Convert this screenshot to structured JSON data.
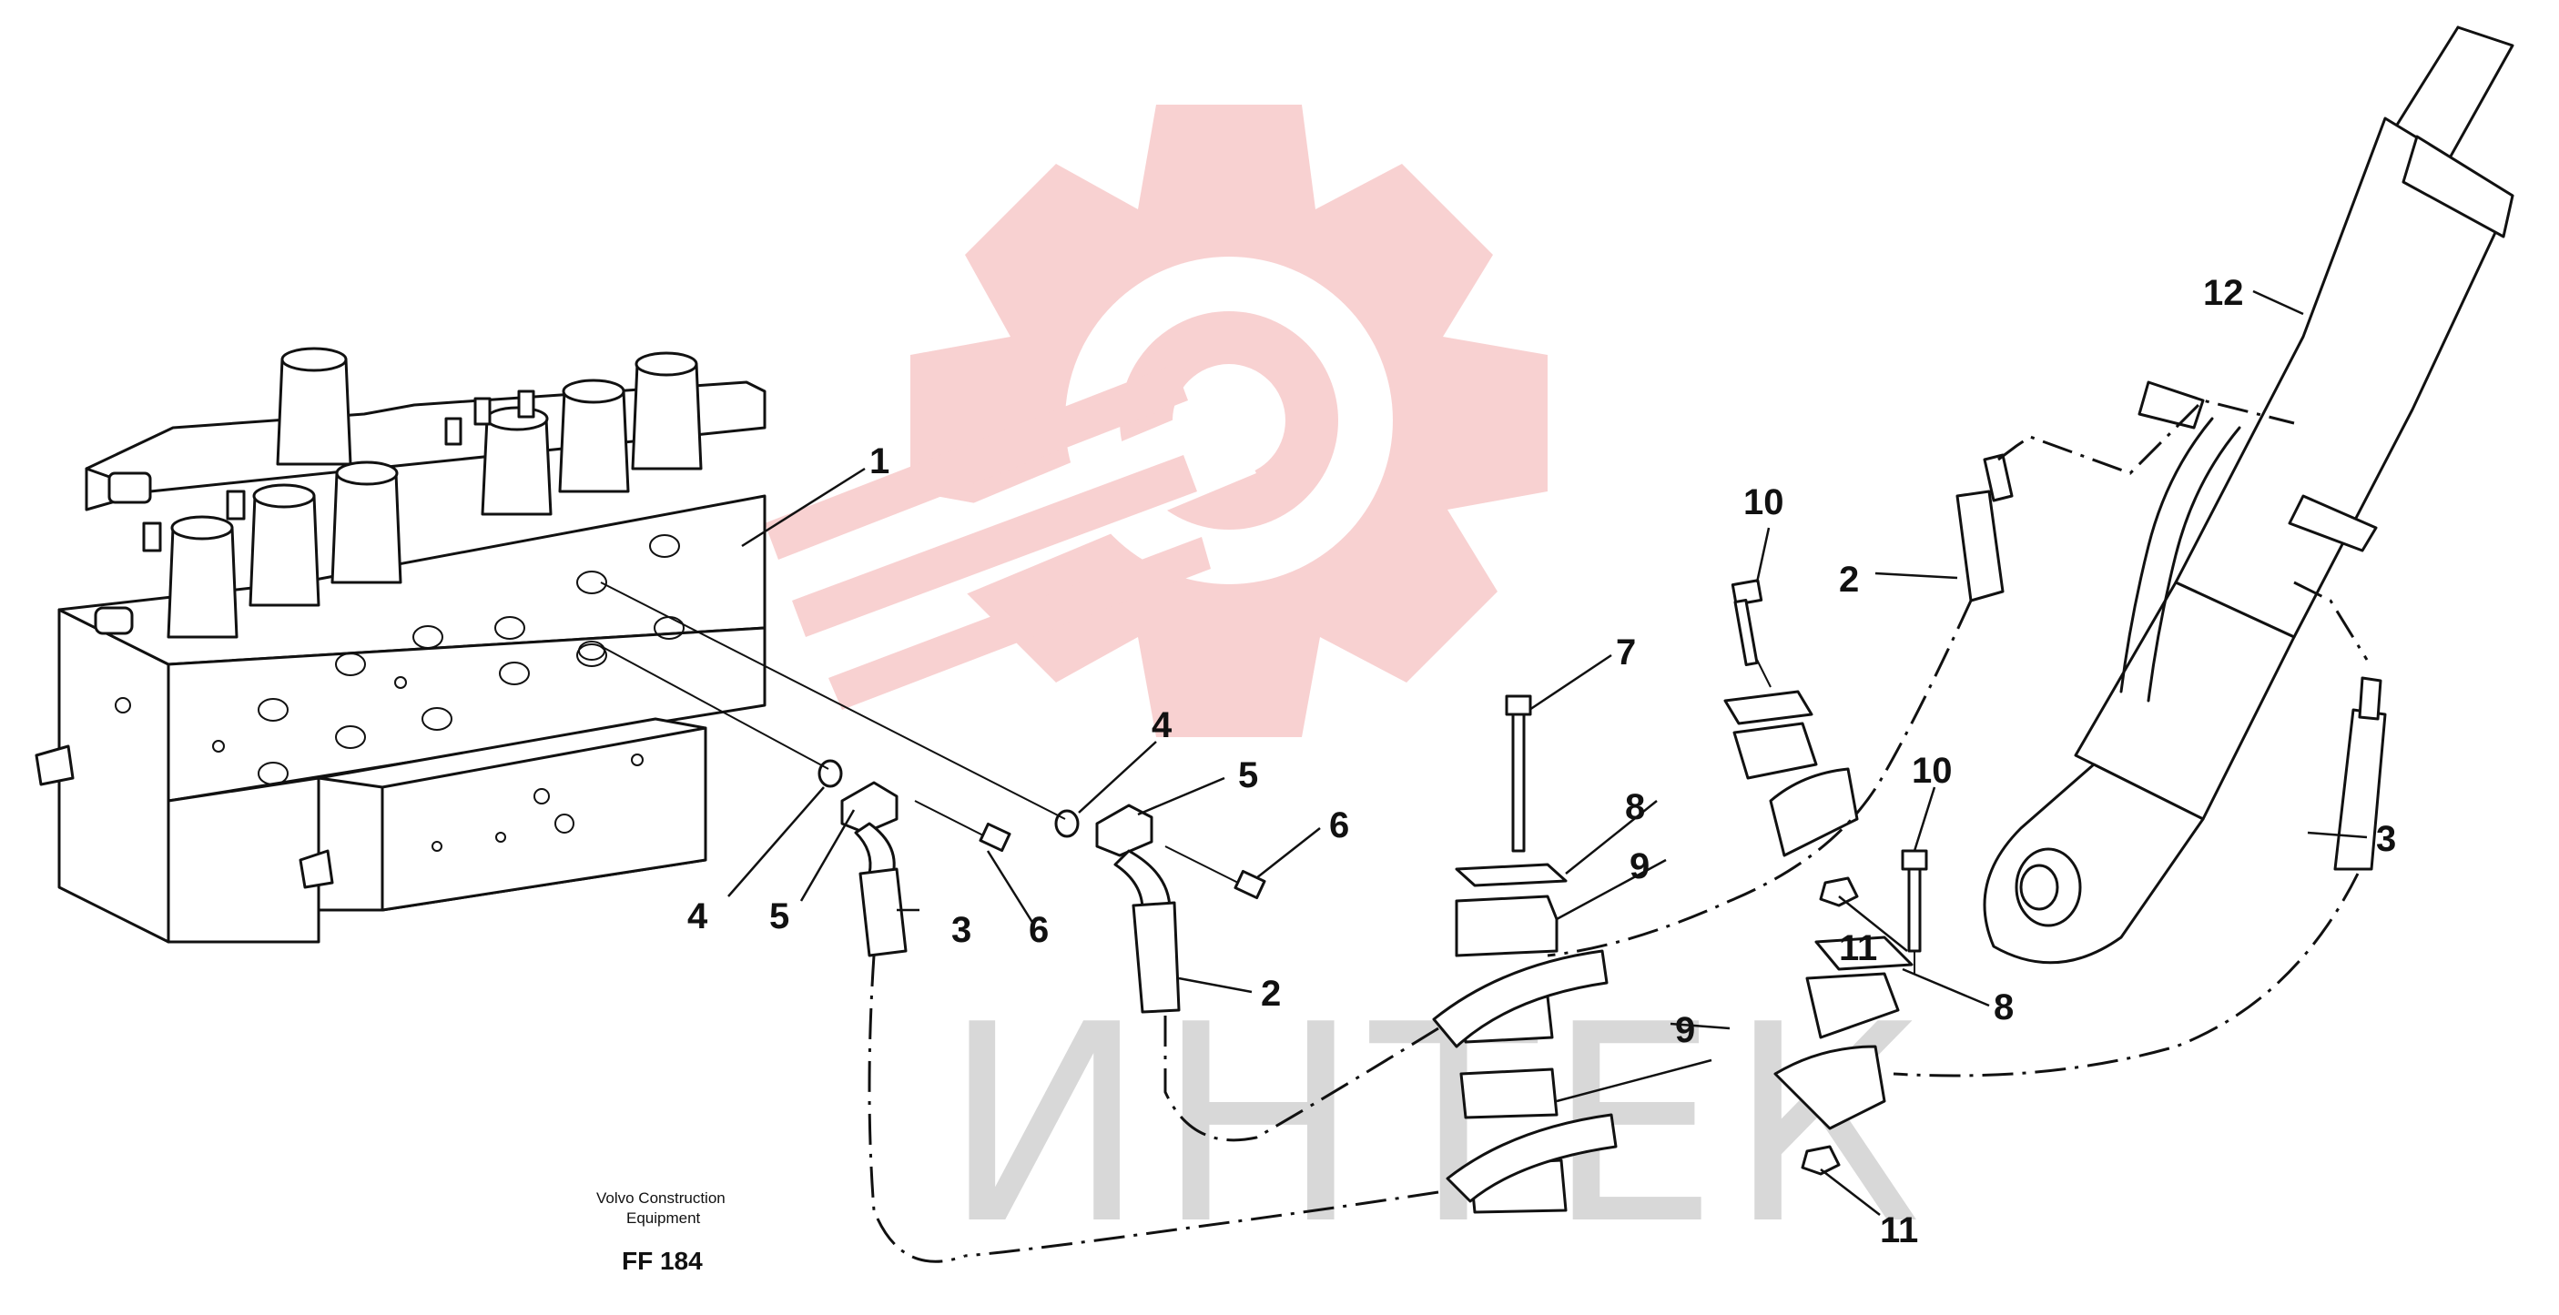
{
  "figure": {
    "caption_line1": "Volvo Construction",
    "caption_line2": "Equipment",
    "code": "FF 184"
  },
  "watermark": {
    "text": "ИНТЕК",
    "color": "#f4b3b3"
  },
  "callouts": {
    "c1": "1",
    "c2a": "2",
    "c2b": "2",
    "c3a": "3",
    "c3b": "3",
    "c4a": "4",
    "c4b": "4",
    "c5a": "5",
    "c5b": "5",
    "c6a": "6",
    "c6b": "6",
    "c7": "7",
    "c8a": "8",
    "c8b": "8",
    "c9a": "9",
    "c9b": "9",
    "c10a": "10",
    "c10b": "10",
    "c11a": "11",
    "c11b": "11",
    "c12": "12"
  }
}
